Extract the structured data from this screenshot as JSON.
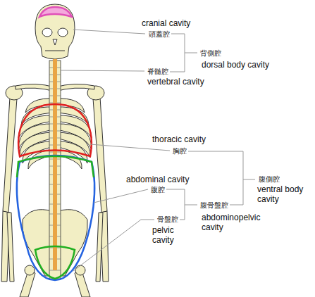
{
  "diagram": {
    "labels": [
      "cranial cavity",
      "頭蓋腔",
      "背側腔",
      "dorsal body cavity",
      "脊髄腔",
      "vertebral cavity",
      "thoracic cavity",
      "胸腔",
      "abdominal cavity",
      "腹腔",
      "腹側腔",
      "ventral body cavity",
      "腹骨盤腔",
      "abdominopelvic cavity",
      "骨盤腔",
      "pelvic cavity"
    ]
  }
}
